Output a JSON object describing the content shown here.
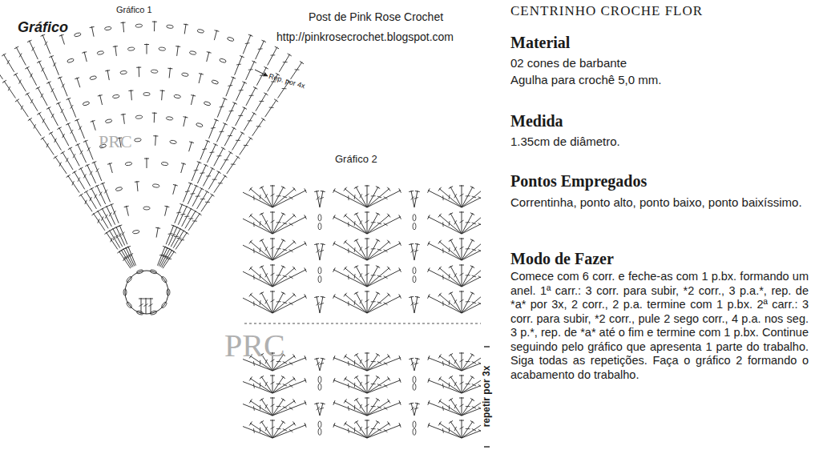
{
  "diagram": {
    "title": "CENTRINHO CROCHE FLOR",
    "labels": [
      "Gráfico 1",
      "Gráfico",
      "Post de Pink Rose Crochet",
      "http://pinkrosecrochet.blogspot.com",
      "Rep. por 4x",
      "PRC",
      "Gráfico 2",
      "PRC",
      "repetir por 3x",
      "Material",
      "02 cones de barbante",
      "Agulha para crochê 5,0 mm.",
      "Medida",
      "1.35cm de diâmetro.",
      "Pontos Empregados",
      "Correntinha, ponto alto, ponto baixo, ponto baixíssimo.",
      "Modo de Fazer",
      "Comece com 6 corr. e feche-as com 1 p.bx. formando um anel. 1ª carr.: 3 corr. para subir, *2 corr., 3 p.a.*, rep. de *a* por 3x, 2 corr., 2 p.a. termine com 1 p.bx. 2ª carr.: 3 corr. para subir, *2 corr., pule 2 sego corr., 4 p.a. nos seg. 3 p.*, rep. de *a* até o fim e termine com 1 p.bx. Continue seguindo pelo gráfico que apresenta 1 parte do trabalho. Siga todas as repetições. Faça o gráfico 2 formando o acabamento do trabalho."
    ]
  }
}
